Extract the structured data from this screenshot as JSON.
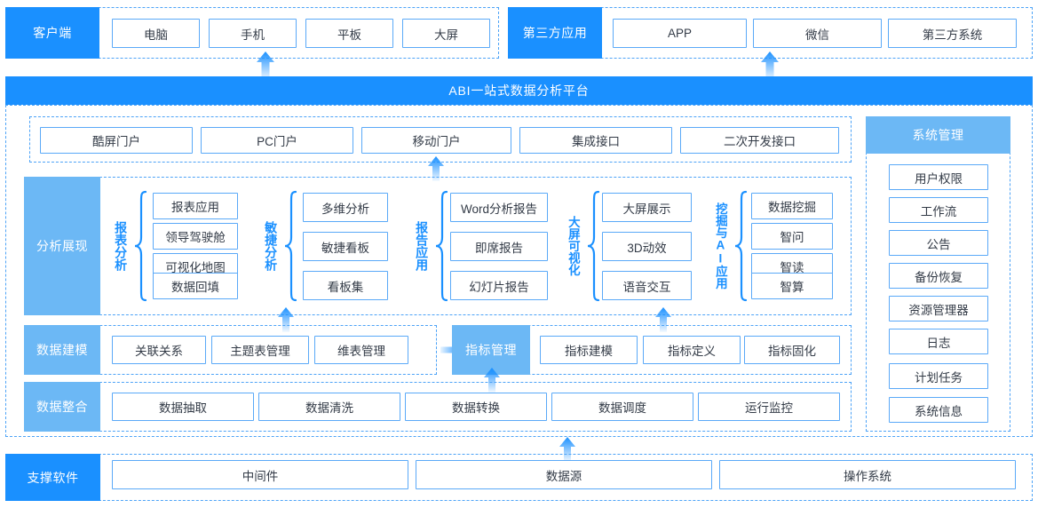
{
  "colors": {
    "primary": "#1a90ff",
    "light": "#6cb8f5",
    "box_border": "#5aa9f8",
    "dash": "#4da3f7",
    "text": "#333b47"
  },
  "client_row": {
    "tag": "客户端",
    "items": [
      "电脑",
      "手机",
      "平板",
      "大屏"
    ]
  },
  "third_party_row": {
    "tag": "第三方应用",
    "items": [
      "APP",
      "微信",
      "第三方系统"
    ]
  },
  "platform_banner": {
    "title": "ABI一站式数据分析平台"
  },
  "portal_row": {
    "items": [
      "酷屏门户",
      "PC门户",
      "移动门户",
      "集成接口",
      "二次开发接口"
    ]
  },
  "analysis": {
    "tag": "分析展现",
    "groups": [
      {
        "label": "报表分析",
        "items": [
          "报表应用",
          "领导驾驶舱",
          "可视化地图",
          "数据回填"
        ]
      },
      {
        "label": "敏捷分析",
        "items": [
          "多维分析",
          "敏捷看板",
          "看板集"
        ]
      },
      {
        "label": "报告应用",
        "items": [
          "Word分析报告",
          "即席报告",
          "幻灯片报告"
        ]
      },
      {
        "label": "大屏可视化",
        "items": [
          "大屏展示",
          "3D动效",
          "语音交互"
        ]
      },
      {
        "label": "挖掘与AI应用",
        "items": [
          "数据挖掘",
          "智问",
          "智读",
          "智算"
        ]
      }
    ]
  },
  "data_modeling": {
    "tag": "数据建模",
    "items": [
      "关联关系",
      "主题表管理",
      "维表管理"
    ],
    "metric_tag": "指标管理",
    "metric_items": [
      "指标建模",
      "指标定义",
      "指标固化"
    ]
  },
  "data_integration": {
    "tag": "数据整合",
    "items": [
      "数据抽取",
      "数据清洗",
      "数据转换",
      "数据调度",
      "运行监控"
    ]
  },
  "system_management": {
    "tag": "系统管理",
    "items": [
      "用户权限",
      "工作流",
      "公告",
      "备份恢复",
      "资源管理器",
      "日志",
      "计划任务",
      "系统信息"
    ]
  },
  "support_software": {
    "tag": "支撑软件",
    "items": [
      "中间件",
      "数据源",
      "操作系统"
    ]
  }
}
